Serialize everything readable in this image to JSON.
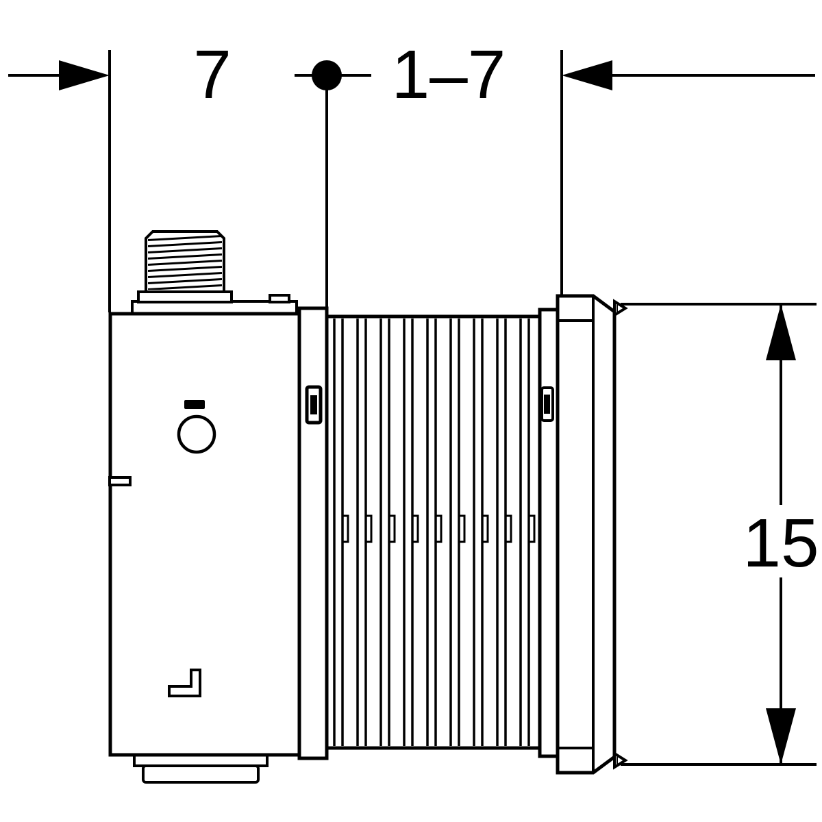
{
  "drawing": {
    "kind": "technical-dimension-drawing",
    "colors": {
      "line": "#000000",
      "background": "#ffffff"
    },
    "dimensions": {
      "top_left_value": "7",
      "top_right_value": "1–7",
      "right_value": "15"
    }
  }
}
